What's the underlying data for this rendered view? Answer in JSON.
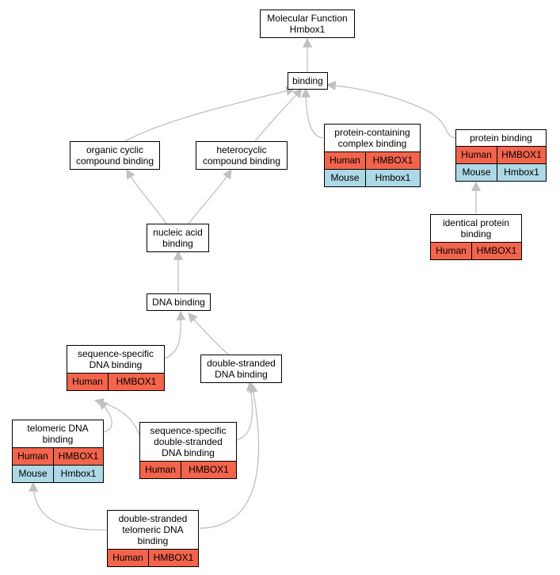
{
  "colors": {
    "human": "#f2644c",
    "mouse": "#add8e6",
    "edge": "#c0c0c0"
  },
  "nodes": {
    "mf": {
      "title": "Molecular Function\nHmbox1",
      "rows": []
    },
    "bind": {
      "title": "binding",
      "rows": []
    },
    "occ": {
      "title": "organic cyclic\ncompound binding",
      "rows": []
    },
    "hcc": {
      "title": "heterocyclic\ncompound binding",
      "rows": []
    },
    "pcc": {
      "title": "protein-containing\ncomplex binding",
      "rows": [
        {
          "species": "Human",
          "gene": "HMBOX1"
        },
        {
          "species": "Mouse",
          "gene": "Hmbox1"
        }
      ]
    },
    "pb": {
      "title": "protein binding",
      "rows": [
        {
          "species": "Human",
          "gene": "HMBOX1"
        },
        {
          "species": "Mouse",
          "gene": "Hmbox1"
        }
      ]
    },
    "ipb": {
      "title": "identical protein\nbinding",
      "rows": [
        {
          "species": "Human",
          "gene": "HMBOX1"
        }
      ]
    },
    "nab": {
      "title": "nucleic acid\nbinding",
      "rows": []
    },
    "dna": {
      "title": "DNA binding",
      "rows": []
    },
    "ssd": {
      "title": "sequence-specific\nDNA binding",
      "rows": [
        {
          "species": "Human",
          "gene": "HMBOX1"
        }
      ]
    },
    "dsd": {
      "title": "double-stranded\nDNA binding",
      "rows": []
    },
    "tel": {
      "title": "telomeric DNA\nbinding",
      "rows": [
        {
          "species": "Human",
          "gene": "HMBOX1"
        },
        {
          "species": "Mouse",
          "gene": "Hmbox1"
        }
      ]
    },
    "ssds": {
      "title": "sequence-specific\ndouble-stranded\nDNA binding",
      "rows": [
        {
          "species": "Human",
          "gene": "HMBOX1"
        }
      ]
    },
    "dstel": {
      "title": "double-stranded\ntelomeric DNA\nbinding",
      "rows": [
        {
          "species": "Human",
          "gene": "HMBOX1"
        }
      ]
    }
  }
}
